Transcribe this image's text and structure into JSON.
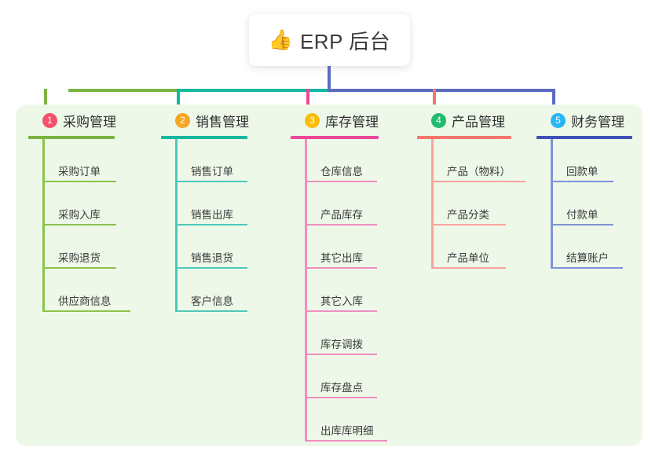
{
  "root": {
    "icon": "thumbs-up-icon",
    "emoji": "👍",
    "title": "ERP 后台"
  },
  "palette": {
    "panel_background": "#eef8e9",
    "page_background": "#ffffff",
    "root_stem": "#5c6bc0",
    "bus_green": "#7cb342",
    "bus_teal": "#12b8a0",
    "bus_indigo": "#5c6bc0"
  },
  "columns": [
    {
      "number": "1",
      "title": "采购管理",
      "badge_color": "#f4516c",
      "rule_color": "#7cb342",
      "line_color": "#8bc34a",
      "items": [
        {
          "label": "采购订单",
          "width": 92
        },
        {
          "label": "采购入库",
          "width": 92
        },
        {
          "label": "采购退货",
          "width": 92
        },
        {
          "label": "供应商信息",
          "width": 110
        }
      ]
    },
    {
      "number": "2",
      "title": "销售管理",
      "badge_color": "#f5a623",
      "rule_color": "#12b8a0",
      "line_color": "#4dc8bb",
      "items": [
        {
          "label": "销售订单",
          "width": 90
        },
        {
          "label": "销售出库",
          "width": 90
        },
        {
          "label": "销售退货",
          "width": 90
        },
        {
          "label": "客户信息",
          "width": 90
        }
      ]
    },
    {
      "number": "3",
      "title": "库存管理",
      "badge_color": "#fbbc05",
      "rule_color": "#ec4899",
      "line_color": "#f08ec0",
      "items": [
        {
          "label": "仓库信息",
          "width": 90
        },
        {
          "label": "产品库存",
          "width": 90
        },
        {
          "label": "其它出库",
          "width": 90
        },
        {
          "label": "其它入库",
          "width": 90
        },
        {
          "label": "库存调拨",
          "width": 90
        },
        {
          "label": "库存盘点",
          "width": 90
        },
        {
          "label": "出库库明细",
          "width": 103
        }
      ]
    },
    {
      "number": "4",
      "title": "产品管理",
      "badge_color": "#21ba6e",
      "rule_color": "#f4756c",
      "line_color": "#f7a39c",
      "items": [
        {
          "label": "产品（物料）",
          "width": 118
        },
        {
          "label": "产品分类",
          "width": 93
        },
        {
          "label": "产品单位",
          "width": 93
        }
      ]
    },
    {
      "number": "5",
      "title": "财务管理",
      "badge_color": "#29b6f6",
      "rule_color": "#3f51b5",
      "line_color": "#7e93d8",
      "items": [
        {
          "label": "回款单",
          "width": 78
        },
        {
          "label": "付款单",
          "width": 78
        },
        {
          "label": "结算账户",
          "width": 90
        }
      ]
    }
  ]
}
